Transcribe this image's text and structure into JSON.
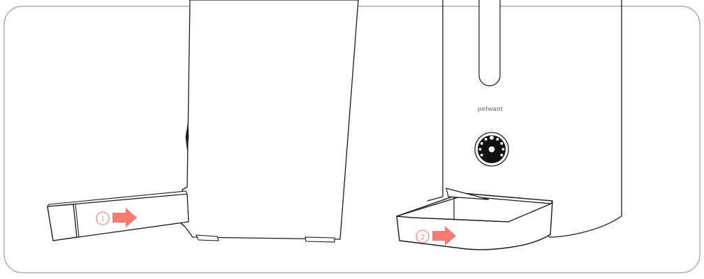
{
  "figure": {
    "title": "Pet feeder tray removal instruction diagram",
    "background_color": "#ffffff",
    "line_color": "#1a1a1a",
    "frame_color": "#9a9a9a",
    "accent_color": "#fa7a72",
    "brand_text_color": "#8c8c8c"
  },
  "frame": {
    "name": "rounded-border",
    "corner_radius": 26
  },
  "left_device": {
    "name": "tilted-panel-unit",
    "description": "Large tilted rectangular panel leaning back, with two small feet at the base",
    "feet_count": 2
  },
  "left_tray": {
    "name": "slide-out-tray",
    "description": "Narrow elongated tray pulled out to the left",
    "callout": {
      "number": "①",
      "number_plain": "1",
      "arrow_direction": "right",
      "arrow_color": "#fa7a72"
    }
  },
  "right_device": {
    "name": "dispenser-unit",
    "description": "Tall dispenser body with vertical slot at top, brand label and control knob",
    "brand_label": "petwant",
    "slot": {
      "name": "vertical-slot",
      "shape": "rounded-bottom"
    },
    "knob": {
      "name": "control-knob",
      "style": "dark ring with dotted bezel and center dot",
      "ring_color": "#111111"
    }
  },
  "right_tray": {
    "name": "food-bowl-drawer",
    "description": "Open shallow drawer/bowl pulled out toward viewer",
    "callout": {
      "number": "②",
      "number_plain": "2",
      "arrow_direction": "right",
      "arrow_color": "#fa7a72"
    }
  },
  "callouts": [
    {
      "id": "callout-1",
      "label": "①",
      "target": "left-tray"
    },
    {
      "id": "callout-2",
      "label": "②",
      "target": "right-tray"
    }
  ]
}
